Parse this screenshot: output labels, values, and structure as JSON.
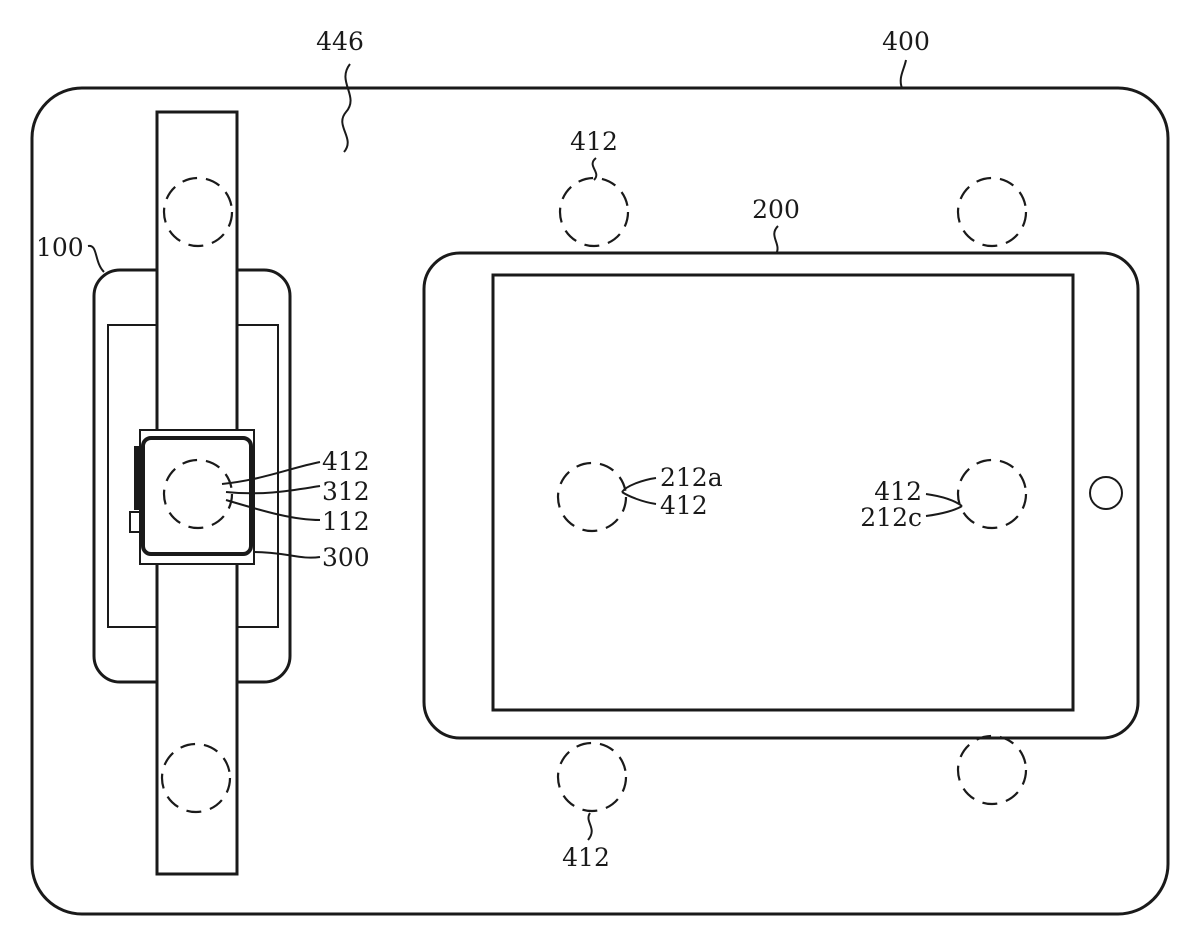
{
  "figure": {
    "labels": {
      "pad_surface": "446",
      "charging_pad": "400",
      "watch_device": "100",
      "tablet_device": "200",
      "coil_top": "412",
      "coil_bottom": "412",
      "coil_watch": "412",
      "watch_interface": "312",
      "watch_coil": "112",
      "watch_module": "300",
      "tablet_coil_left": "212a",
      "tablet_coil_left_pad": "412",
      "tablet_coil_right_pad": "412",
      "tablet_coil_right": "212c"
    }
  }
}
